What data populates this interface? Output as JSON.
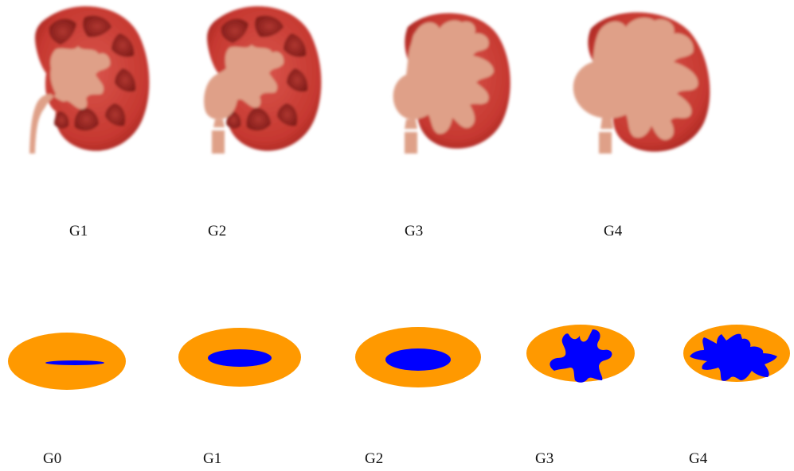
{
  "colors": {
    "renal_parenchyma": "#c93a33",
    "renal_parenchyma_dark": "#8e1d1a",
    "pyramid": "#9f2a26",
    "collecting_system": "#dfa088",
    "ultrasound_parenchyma": "#ff9900",
    "ultrasound_fluid": "#0000ff",
    "label_text": "#111111",
    "background": "#ffffff"
  },
  "kidney_row": {
    "labels": [
      "G1",
      "G2",
      "G3",
      "G4"
    ]
  },
  "ultrasound_row": {
    "labels": [
      "G0",
      "G1",
      "G2",
      "G3",
      "G4"
    ]
  }
}
